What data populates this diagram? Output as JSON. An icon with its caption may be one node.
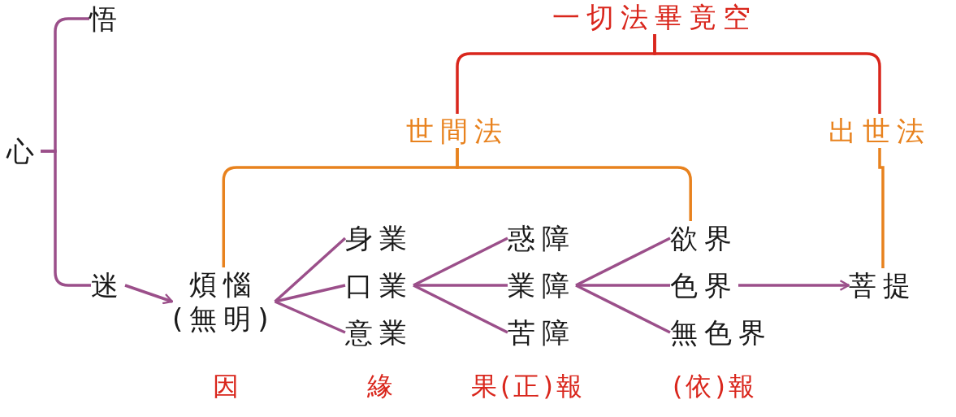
{
  "diagram": {
    "nodes": [
      {
        "text": [
          "一切法畢竟空"
        ]
      },
      {
        "text": [
          "世間法"
        ]
      },
      {
        "text": [
          "出世法"
        ]
      },
      {
        "text": [
          "心"
        ]
      },
      {
        "text": [
          "悟"
        ]
      },
      {
        "text": [
          "迷"
        ]
      },
      {
        "text": [
          "煩惱",
          "(無明)"
        ]
      },
      {
        "text": [
          "身業"
        ]
      },
      {
        "text": [
          "口業"
        ]
      },
      {
        "text": [
          "意業"
        ]
      },
      {
        "text": [
          "惑障"
        ]
      },
      {
        "text": [
          "業障"
        ]
      },
      {
        "text": [
          "苦障"
        ]
      },
      {
        "text": [
          "欲界"
        ]
      },
      {
        "text": [
          "色界"
        ]
      },
      {
        "text": [
          "無色界"
        ]
      },
      {
        "text": [
          "菩提"
        ]
      }
    ],
    "edges": [
      {
        "from": 0,
        "to": 1,
        "arrow": "none",
        "color": "#d9261c"
      },
      {
        "from": 0,
        "to": 2,
        "arrow": "none",
        "color": "#d9261c"
      },
      {
        "from": 1,
        "to": 6,
        "arrow": "none",
        "color": "#e8821e"
      },
      {
        "from": 1,
        "to": 13,
        "arrow": "none",
        "color": "#e8821e"
      },
      {
        "from": 2,
        "to": 16,
        "arrow": "none",
        "color": "#e8821e"
      },
      {
        "from": 3,
        "to": 4,
        "arrow": "none"
      },
      {
        "from": 3,
        "to": 5,
        "arrow": "none"
      },
      {
        "from": 5,
        "to": 6,
        "arrow": "to"
      },
      {
        "from": 6,
        "to": 7,
        "arrow": "none"
      },
      {
        "from": 6,
        "to": 8,
        "arrow": "none"
      },
      {
        "from": 6,
        "to": 9,
        "arrow": "none"
      },
      {
        "from": 8,
        "to": 10,
        "arrow": "none"
      },
      {
        "from": 8,
        "to": 11,
        "arrow": "none"
      },
      {
        "from": 8,
        "to": 12,
        "arrow": "none"
      },
      {
        "from": 11,
        "to": 13,
        "arrow": "none"
      },
      {
        "from": 11,
        "to": 14,
        "arrow": "none"
      },
      {
        "from": 11,
        "to": 15,
        "arrow": "none"
      },
      {
        "from": 14,
        "to": 16,
        "arrow": "to"
      }
    ],
    "labels": [
      "因",
      "緣",
      "果(正)報",
      "(依)報"
    ]
  }
}
